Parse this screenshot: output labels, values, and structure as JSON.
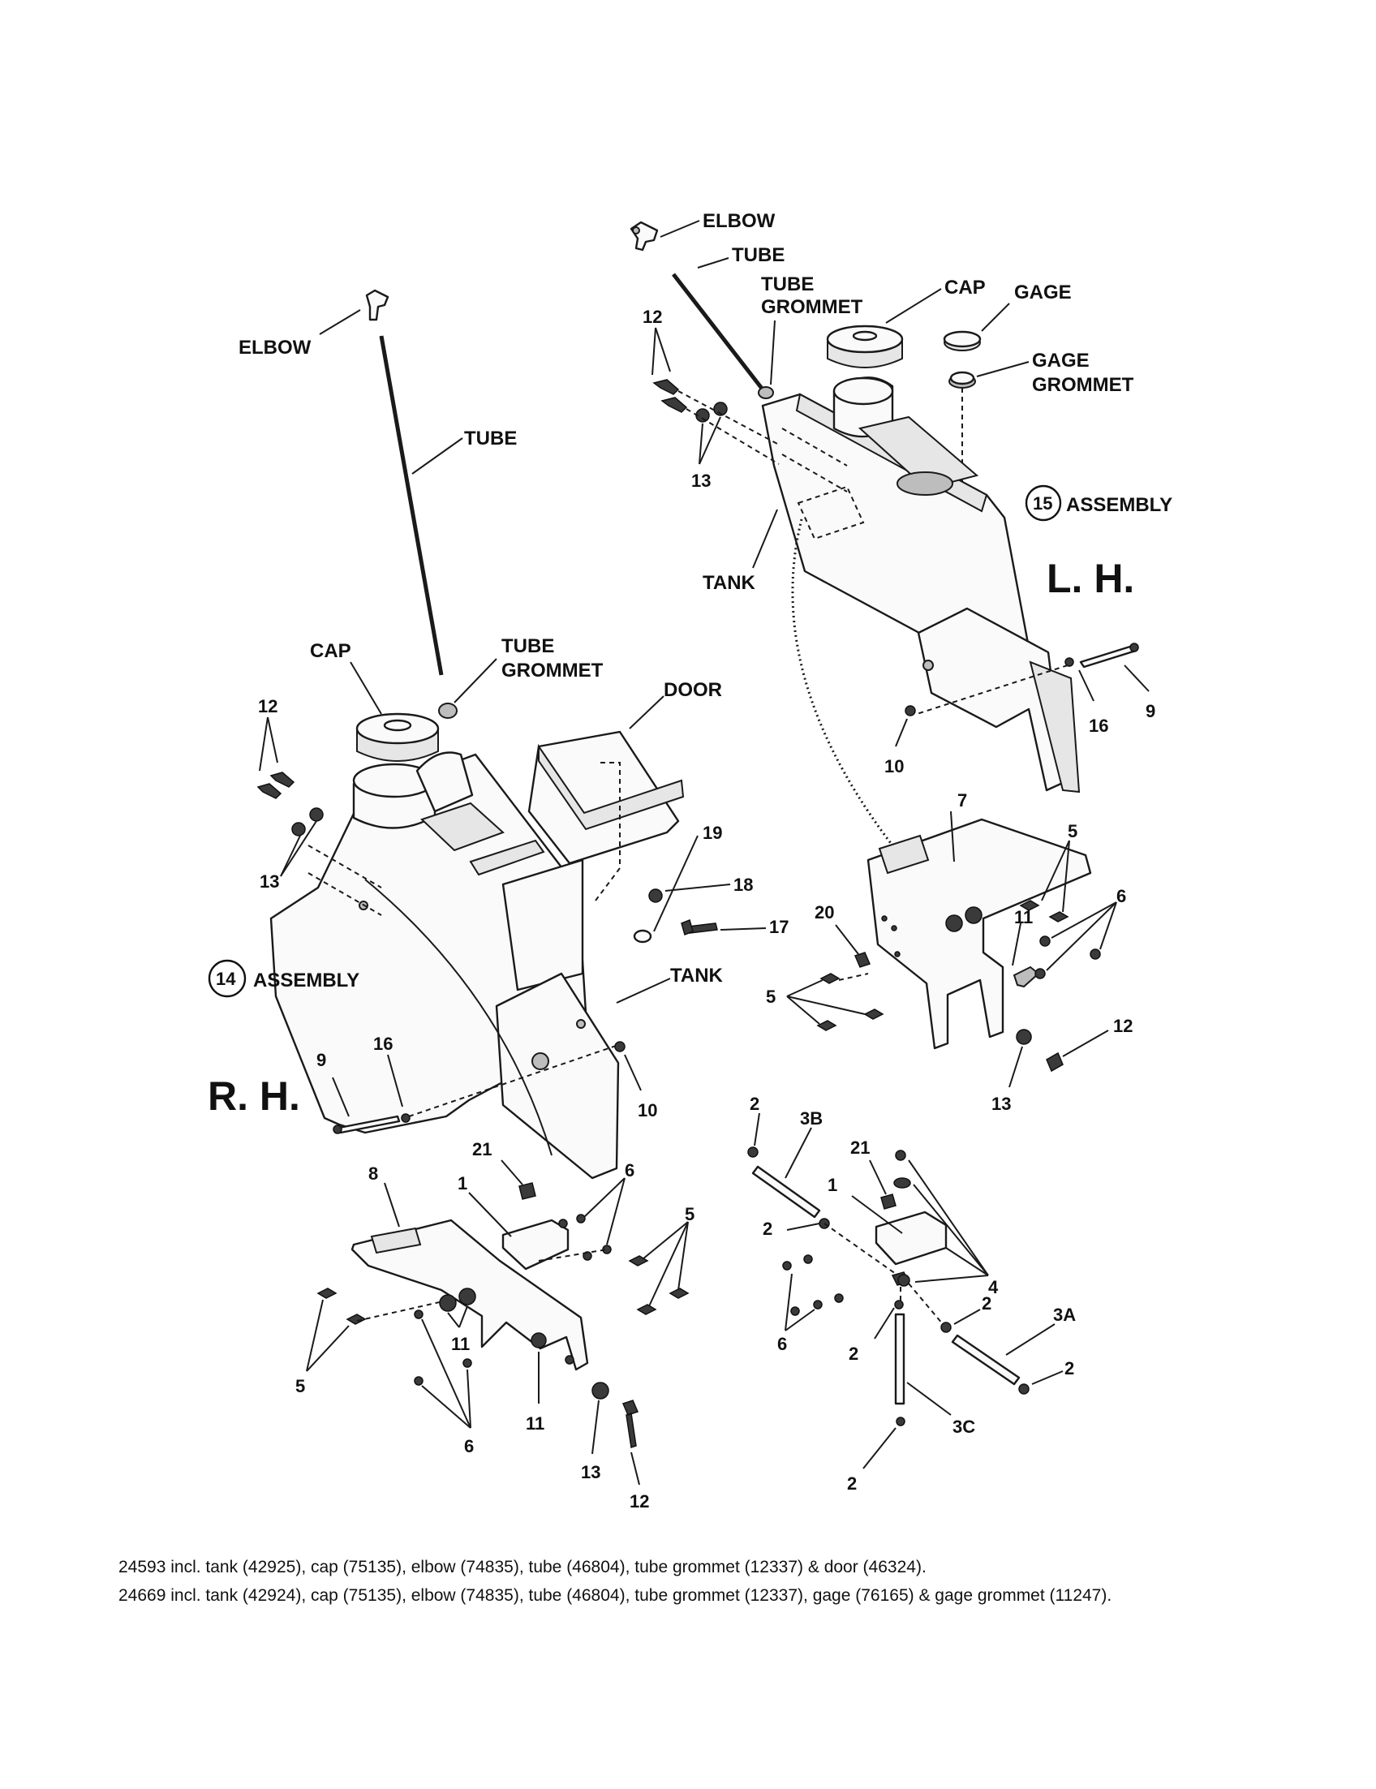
{
  "labels": {
    "elbow": "ELBOW",
    "tube": "TUBE",
    "tube_grommet_1": "TUBE",
    "tube_grommet_2": "GROMMET",
    "cap": "CAP",
    "gage": "GAGE",
    "gage_grommet_1": "GAGE",
    "gage_grommet_2": "GROMMET",
    "tank": "TANK",
    "door": "DOOR",
    "assembly": "ASSEMBLY",
    "lh": "L. H.",
    "rh": "R. H."
  },
  "assemblies": {
    "lh_number": "15",
    "rh_number": "14"
  },
  "callouts": {
    "c12": "12",
    "c13": "13",
    "c16": "16",
    "c9": "9",
    "c10": "10",
    "c7": "7",
    "c5": "5",
    "c6": "6",
    "c11": "11",
    "c20": "20",
    "c19": "19",
    "c18": "18",
    "c17": "17",
    "c8": "8",
    "c21": "21",
    "c1": "1",
    "c2": "2",
    "c3a": "3A",
    "c3b": "3B",
    "c3c": "3C",
    "c4": "4"
  },
  "notes": [
    "24593 incl. tank (42925), cap (75135), elbow (74835), tube (46804), tube grommet (12337) & door (46324).",
    "24669 incl. tank (42924), cap (75135), elbow (74835), tube (46804), tube grommet (12337), gage (76165) & gage grommet (11247)."
  ]
}
